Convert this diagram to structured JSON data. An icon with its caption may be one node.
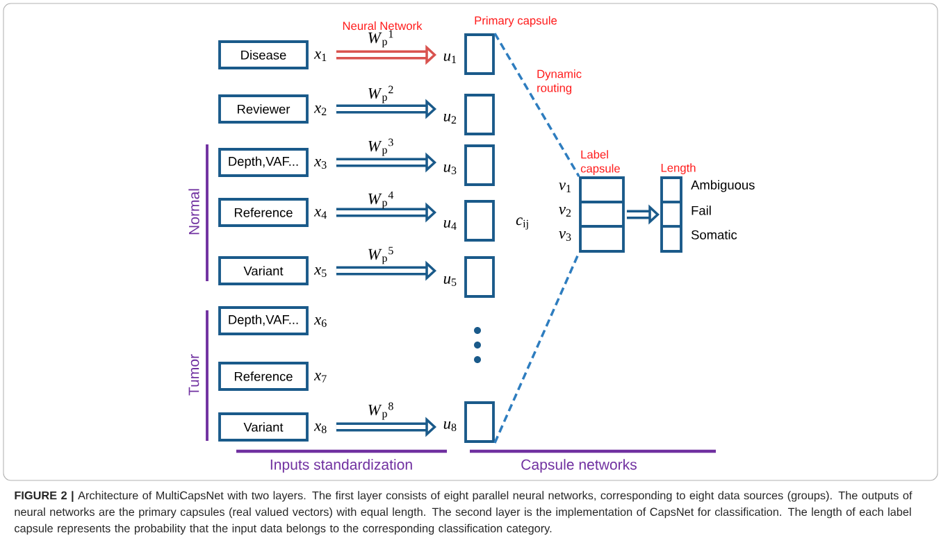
{
  "diagram": {
    "caption": "**FIGURE 2 |** Architecture of MultiCapsNet with two layers. The first layer consists of eight parallel neural networks, corresponding to eight data sources (groups). The outputs of neural networks are the primary capsules (real valued vectors) with equal length. The second layer is the implementation of CapsNet for classification. The length of each label capsule represents the probability that the input data belongs to the corresponding classification category.",
    "nodes": [
      {
        "text": [
          "Disease"
        ],
        "beside": [
          "*x*$_{1}$"
        ]
      },
      {
        "text": [
          "Reviewer"
        ],
        "beside": [
          "*x*$_{2}$"
        ]
      },
      {
        "text": [
          "Depth,VAF..."
        ],
        "beside": [
          "*x*$_{3}$"
        ]
      },
      {
        "text": [
          "Reference"
        ],
        "beside": [
          "*x*$_{4}$"
        ]
      },
      {
        "text": [
          "Variant"
        ],
        "beside": [
          "*x*$_{5}$"
        ]
      },
      {
        "text": [
          "Depth,VAF..."
        ],
        "beside": [
          "*x*$_{6}$"
        ]
      },
      {
        "text": [
          "Reference"
        ],
        "beside": [
          "*x*$_{7}$"
        ]
      },
      {
        "text": [
          "Variant"
        ],
        "beside": [
          "*x*$_{8}$"
        ]
      },
      {
        "text": [],
        "shape": "box",
        "beside": [
          "*u*$_{1}$"
        ]
      },
      {
        "text": [],
        "shape": "box",
        "beside": [
          "*u*$_{2}$"
        ]
      },
      {
        "text": [],
        "shape": "box",
        "beside": [
          "*u*$_{3}$"
        ]
      },
      {
        "text": [],
        "shape": "box",
        "beside": [
          "*u*$_{4}$"
        ]
      },
      {
        "text": [],
        "shape": "box",
        "beside": [
          "*u*$_{5}$"
        ]
      },
      {
        "text": [],
        "shape": "box",
        "beside": [
          "*u*$_{8}$"
        ]
      },
      {
        "text": [
          "Label capsule"
        ],
        "beside": [
          "*v*$_{1}$",
          "*v*$_{2}$",
          "*v*$_{3}$"
        ]
      },
      {
        "text": [
          "Length"
        ],
        "beside": [
          "Ambiguous",
          "Fail",
          "Somatic"
        ]
      }
    ],
    "edges": [
      {
        "from": 0,
        "to": 8,
        "arrow": "to",
        "label": "*W*$_{p}$$^{1}$",
        "color": "#d9534f"
      },
      {
        "from": 1,
        "to": 9,
        "arrow": "to",
        "label": "*W*$_{p}$$^{2}$"
      },
      {
        "from": 2,
        "to": 10,
        "arrow": "to",
        "label": "*W*$_{p}$$^{3}$"
      },
      {
        "from": 3,
        "to": 11,
        "arrow": "to",
        "label": "*W*$_{p}$$^{4}$"
      },
      {
        "from": 4,
        "to": 12,
        "arrow": "to",
        "label": "*W*$_{p}$$^{5}$"
      },
      {
        "from": 7,
        "to": 13,
        "arrow": "to",
        "label": "*W*$_{p}$$^{8}$"
      },
      {
        "from": 8,
        "to": 14,
        "arrow": "none",
        "style": "dashed",
        "color": "#2e7dbf",
        "label": "Dynamic routing"
      },
      {
        "from": 13,
        "to": 14,
        "arrow": "none",
        "style": "dashed",
        "color": "#2e7dbf"
      },
      {
        "from": 14,
        "to": 15,
        "arrow": "to"
      }
    ],
    "labels": [
      "Neural Network",
      "Primary capsule",
      "*c*$_{ij}$",
      "Normal",
      "Tumor",
      "Inputs standardization",
      "Capsule networks"
    ]
  }
}
